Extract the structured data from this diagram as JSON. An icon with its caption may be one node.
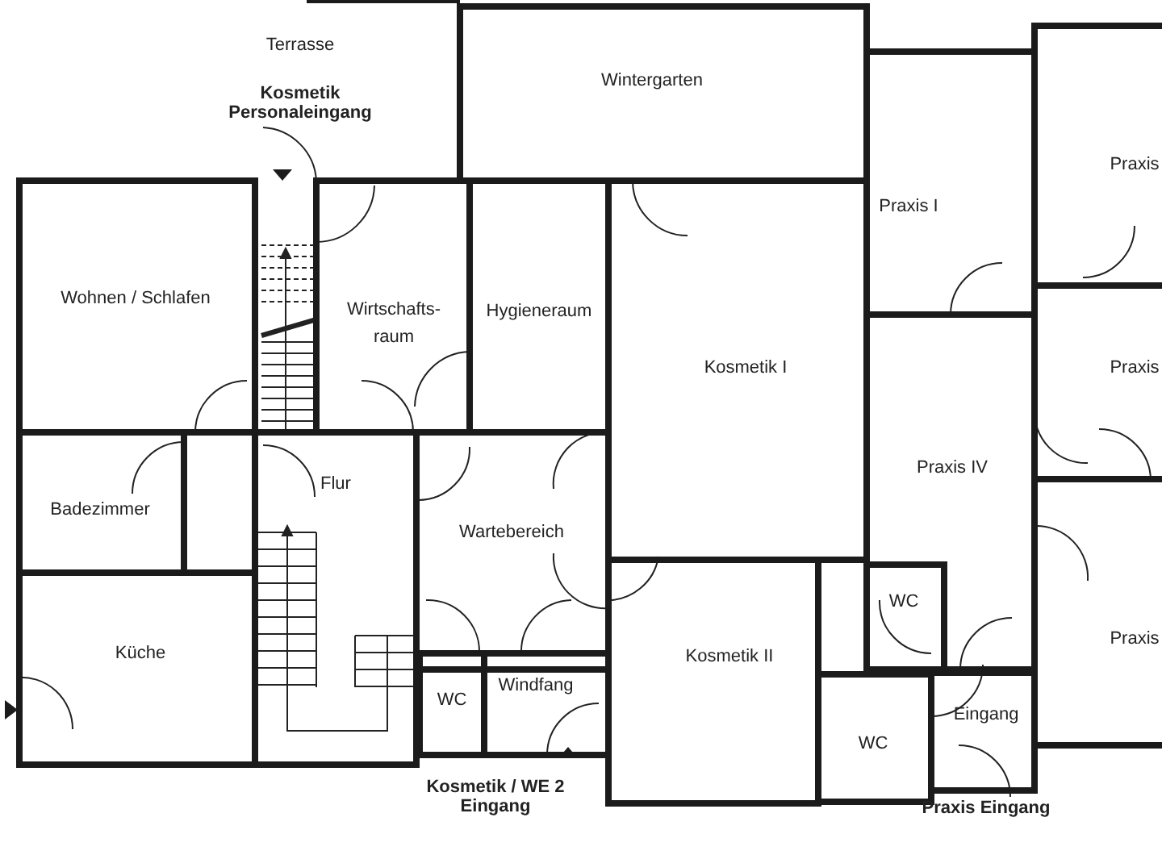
{
  "diagram": {
    "nodes": [
      {
        "text": [
          "Wintergarten"
        ]
      },
      {
        "text": [
          "Praxis"
        ]
      },
      {
        "text": [
          "Praxis I"
        ]
      },
      {
        "text": [
          "Wohnen / Schlafen"
        ]
      },
      {
        "text": [
          "Wirtschafts- raum"
        ]
      },
      {
        "text": [
          "Hygieneraum"
        ]
      },
      {
        "text": [
          "Kosmetik I"
        ]
      },
      {
        "text": [
          "Praxis"
        ]
      },
      {
        "text": [
          "Flur"
        ]
      },
      {
        "text": [
          "Badezimmer"
        ]
      },
      {
        "text": [
          "Praxis IV"
        ]
      },
      {
        "text": [
          "Wartebereich"
        ]
      },
      {
        "text": [
          "WC"
        ],
        "in": 10
      },
      {
        "text": [
          "Praxis"
        ]
      },
      {
        "text": [
          "Küche"
        ]
      },
      {
        "text": [
          "Kosmetik II"
        ]
      },
      {
        "text": [
          "WC"
        ]
      },
      {
        "text": [
          "Windfang"
        ]
      },
      {
        "text": [
          "Eingang"
        ]
      },
      {
        "text": [
          "WC"
        ]
      }
    ],
    "labels": [
      "Terrasse",
      "Kosmetik Personaleingang",
      "Kosmetik / WE 2 Eingang",
      "Praxis Eingang"
    ]
  }
}
